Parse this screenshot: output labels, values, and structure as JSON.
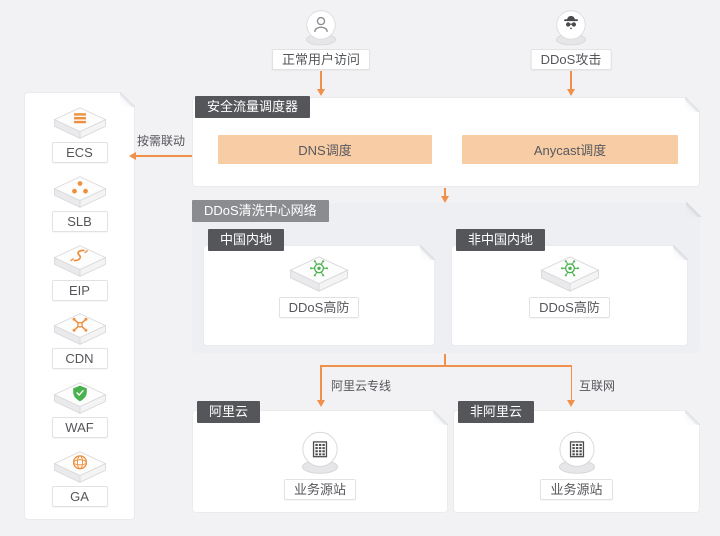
{
  "colors": {
    "accent_orange": "#f0904a",
    "orange_fill": "#f8cda6",
    "green": "#49b24e",
    "badge_dark": "#55565a",
    "badge_gray": "#8b8c90",
    "page_bg": "#f2f2f4",
    "cleaning_bg": "#edeff2"
  },
  "sources": {
    "user": {
      "icon": "user-icon",
      "label": "正常用户访问"
    },
    "attacker": {
      "icon": "hacker-icon",
      "label": "DDoS攻击"
    }
  },
  "scheduler": {
    "title": "安全流量调度器",
    "dns": "DNS调度",
    "anycast": "Anycast调度"
  },
  "linkage": {
    "label": "按需联动"
  },
  "sidebar": {
    "items": [
      {
        "icon": "ecs-icon",
        "label": "ECS"
      },
      {
        "icon": "slb-icon",
        "label": "SLB"
      },
      {
        "icon": "eip-icon",
        "label": "EIP"
      },
      {
        "icon": "cdn-icon",
        "label": "CDN"
      },
      {
        "icon": "waf-icon",
        "label": "WAF"
      },
      {
        "icon": "ga-icon",
        "label": "GA"
      }
    ]
  },
  "cleaning": {
    "title": "DDoS清洗中心网络",
    "zones": [
      {
        "title": "中国内地",
        "node": "DDoS高防",
        "node_icon": "anti-ddos-icon"
      },
      {
        "title": "非中国内地",
        "node": "DDoS高防",
        "node_icon": "anti-ddos-icon"
      }
    ]
  },
  "routes": {
    "left": "阿里云专线",
    "right": "互联网"
  },
  "origins": [
    {
      "title": "阿里云",
      "node": "业务源站",
      "node_icon": "origin-server-icon"
    },
    {
      "title": "非阿里云",
      "node": "业务源站",
      "node_icon": "origin-server-icon"
    }
  ]
}
